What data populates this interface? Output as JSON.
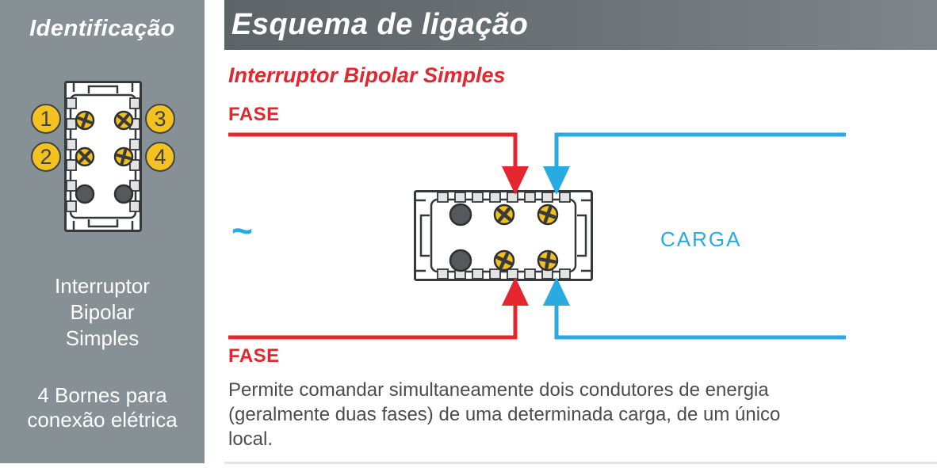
{
  "sidebar": {
    "title": "Identificação",
    "terminal_labels": [
      "1",
      "2",
      "3",
      "4"
    ],
    "product_name_lines": [
      "Interruptor",
      "Bipolar",
      "Simples"
    ],
    "description_lines": [
      "4 Bornes para",
      "conexão elétrica"
    ]
  },
  "header": {
    "title": "Esquema de ligação"
  },
  "diagram": {
    "subtitle": "Interruptor Bipolar Simples",
    "fase_top_label": "FASE",
    "fase_bottom_label": "FASE",
    "ac_symbol": "~",
    "load_label": "CARGA"
  },
  "description_lines": [
    "Permite comandar simultaneamente dois condutores de energia",
    "(geralmente duas fases) de uma determinada carga, de um único",
    "local."
  ],
  "colors": {
    "phase_wire_red": "#e4272f",
    "load_wire_blue": "#29aae1",
    "screw_yellow": "#f0c020",
    "terminal_badge_yellow": "#f3c120",
    "sidebar_gray": "#879095",
    "header_gray": "#6d7478",
    "body_text_gray": "#4a4c4e"
  }
}
